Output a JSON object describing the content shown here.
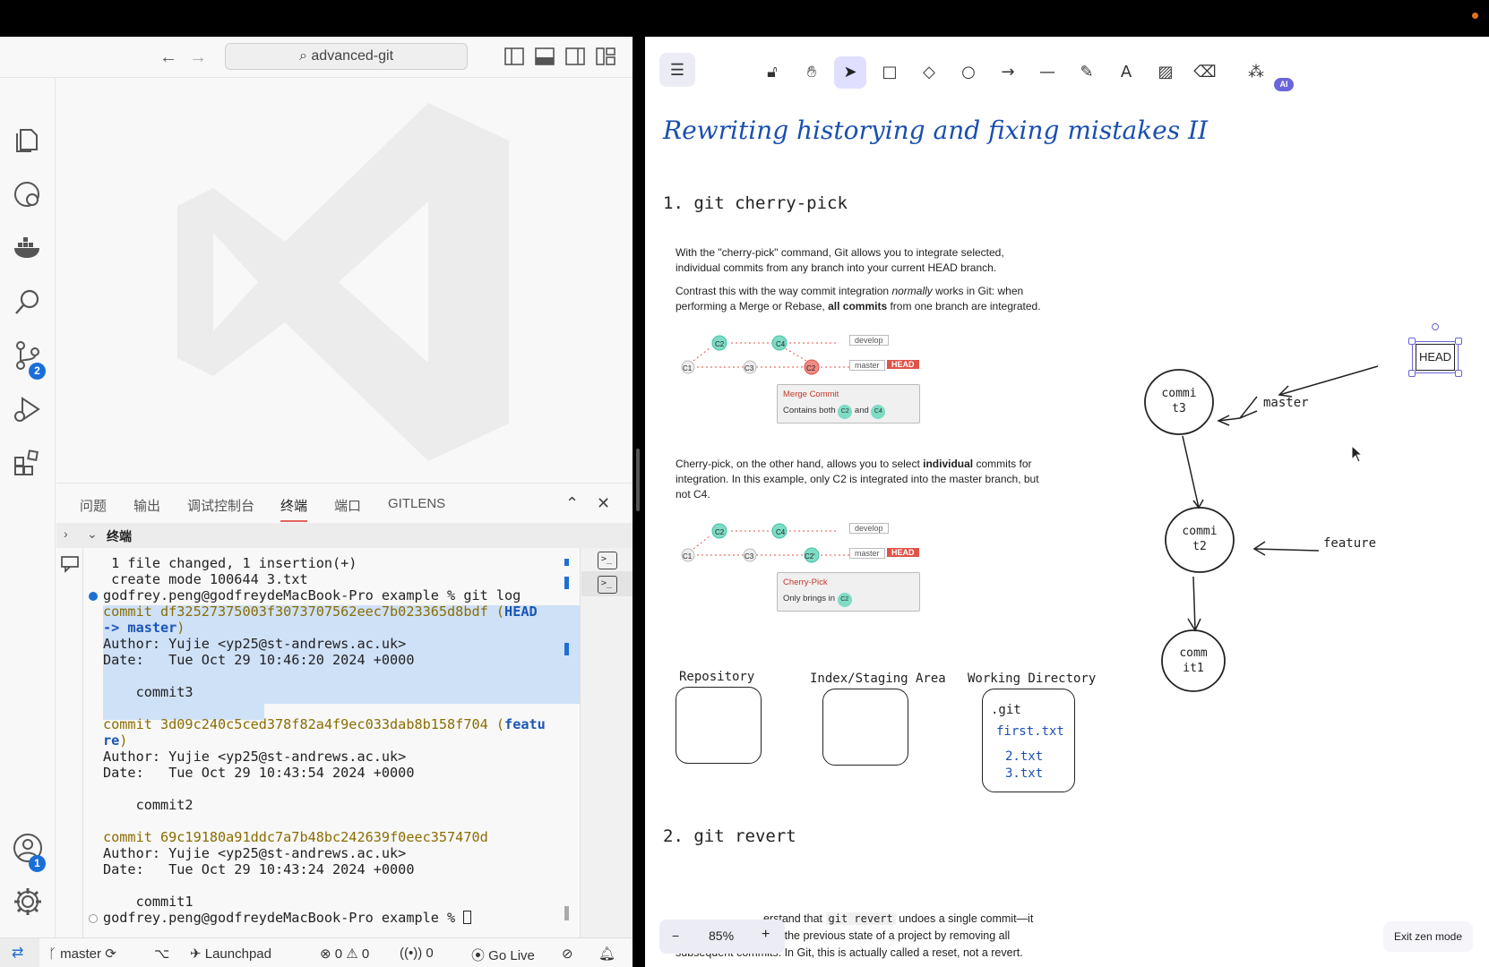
{
  "vscode": {
    "search_text": "advanced-git",
    "badges": {
      "source_control": "2",
      "accounts": "1"
    },
    "panel_tabs": [
      "问题",
      "输出",
      "调试控制台",
      "终端",
      "端口",
      "GITLENS"
    ],
    "terminal_title": "终端",
    "terminal_lines": [
      " 1 file changed, 1 insertion(+)",
      " create mode 100644 3.txt",
      "godfrey.peng@godfreydeMacBook-Pro example % git log",
      "commit df32527375003f3073707562eec7b023365d8bdf (",
      "HEAD",
      "-> master",
      ")",
      "Author: Yujie <yp25@st-andrews.ac.uk>",
      "Date:   Tue Oct 29 10:46:20 2024 +0000",
      "    commit3",
      "commit 3d09c240c5ced378f82a4f9ec033dab8b158f704 (",
      "featu",
      "re",
      ")",
      "Author: Yujie <yp25@st-andrews.ac.uk>",
      "Date:   Tue Oct 29 10:43:54 2024 +0000",
      "    commit2",
      "commit 69c19180a91ddc7a7b48bc242639f0eec357470d",
      "Author: Yujie <yp25@st-andrews.ac.uk>",
      "Date:   Tue Oct 29 10:43:24 2024 +0000",
      "    commit1",
      "godfrey.peng@godfreydeMacBook-Pro example % "
    ],
    "status": {
      "branch": "master",
      "launchpad": "Launchpad",
      "errors": "0",
      "warnings": "0",
      "ports": "0",
      "go_live": "Go Live"
    }
  },
  "excalidraw": {
    "title": "Rewriting historying and fixing mistakes II",
    "section1": "1. git cherry-pick",
    "para1": "With the \"cherry-pick\" command, Git allows you to integrate selected, individual commits from any branch into your current HEAD branch.",
    "para2_a": "Contrast this with the way commit integration ",
    "para2_em": "normally",
    "para2_b": " works in Git: when performing a Merge or Rebase, ",
    "para2_bold": "all commits",
    "para2_c": " from one branch are integrated.",
    "diagram1": {
      "nodes": [
        "C1",
        "C3",
        "C2",
        "C4",
        "C2"
      ],
      "develop": "develop",
      "master": "master",
      "head": "HEAD",
      "callout_title": "Merge Commit",
      "callout_text": "Contains both",
      "callout_and": "and",
      "chip_c2": "C2",
      "chip_c4": "C4"
    },
    "para3_a": "Cherry-pick, on the other hand, allows you to select ",
    "para3_bold": "individual",
    "para3_b": " commits for integration. In this example, only C2 is integrated into the master branch, but not C4.",
    "diagram2": {
      "callout_title": "Cherry-Pick",
      "callout_text": "Only brings in",
      "chip_c2": "C2",
      "c2_prime": "C2'"
    },
    "areas": [
      "Repository",
      "Index/Staging Area",
      "Working Directory"
    ],
    "working_files": [
      ".git",
      "first.txt",
      "2.txt",
      "3.txt"
    ],
    "graph": {
      "commits": [
        "commi\nt3",
        "commi\nt2",
        "comm\nit1"
      ],
      "head": "HEAD",
      "master": "master",
      "feature": "feature"
    },
    "section2": "2. git revert",
    "revert_a": "erstand that ",
    "revert_code": "git revert",
    "revert_b": " undoes a single commit—it",
    "revert_line2": "k to the previous state of a project by removing all",
    "revert_line3": "subsequent commits. In Git, this is actually called a reset, not a revert.",
    "zoom": {
      "minus": "−",
      "level": "85%",
      "plus": "+"
    },
    "exit_zen": "Exit zen mode"
  },
  "colors": {
    "teal": "#3fc3a5",
    "red": "#e0534a",
    "title_blue": "#1a4fb0",
    "vscode_accent": "#1f6fd1",
    "excal_accent": "#6965db"
  }
}
